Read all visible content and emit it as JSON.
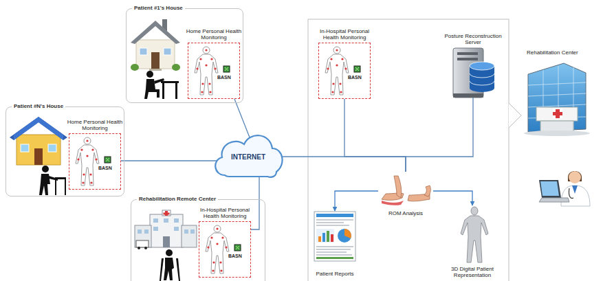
{
  "diagram": {
    "nodes": [
      {
        "text": [
          "Patient #1's House"
        ]
      },
      {
        "text": [
          "Home Personal Health Monitoring",
          "BASN"
        ],
        "in": 0
      },
      {
        "text": [
          "Patient #N's House"
        ]
      },
      {
        "text": [
          "Home Personal Health Monitoring",
          "BASN"
        ],
        "in": 2
      },
      {
        "text": [
          "INTERNET"
        ]
      },
      {
        "text": [
          "Rehabilitation Remote Center"
        ]
      },
      {
        "text": [
          "In-Hospital Personal Health Monitoring",
          "BASN"
        ],
        "in": 5
      },
      {
        "text": [
          "In-Hospital Personal Health Monitoring",
          "BASN"
        ]
      },
      {
        "text": [
          "Posture Reconstruction Server"
        ]
      },
      {
        "text": [
          "ROM Analysis"
        ]
      },
      {
        "text": [
          "Patient Reports"
        ]
      },
      {
        "text": [
          "3D Digital Patient Representation"
        ]
      }
    ],
    "edges": [
      {
        "from": 1,
        "to": 4,
        "arrow": "none"
      },
      {
        "from": 3,
        "to": 4,
        "arrow": "none"
      },
      {
        "from": 6,
        "to": 4,
        "arrow": "none"
      },
      {
        "from": 4,
        "to": 9,
        "arrow": "none"
      },
      {
        "from": 7,
        "to": 9,
        "arrow": "none"
      },
      {
        "from": 8,
        "to": 9,
        "arrow": "none"
      },
      {
        "from": 9,
        "to": 10,
        "arrow": "to"
      },
      {
        "from": 9,
        "to": 11,
        "arrow": "to"
      }
    ],
    "labels": [
      "Rehabilitation Center"
    ]
  }
}
